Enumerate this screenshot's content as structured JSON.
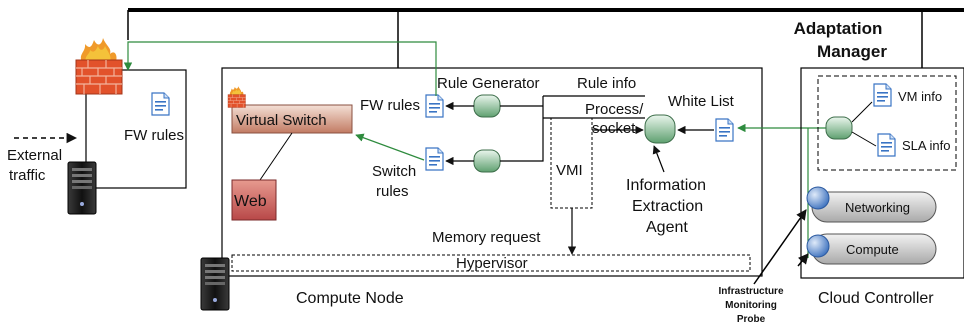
{
  "labels": {
    "adaptation_manager_line1": "Adaptation",
    "adaptation_manager_line2": "Manager",
    "fw_rules_left": "FW rules",
    "external_line1": "External",
    "external_line2": "traffic",
    "virtual_switch": "Virtual Switch",
    "web": "Web",
    "rule_generator": "Rule Generator",
    "rule_info": "Rule info",
    "fw_rules_inner": "FW rules",
    "switch_rules_line1": "Switch",
    "switch_rules_line2": "rules",
    "process_line1": "Process/",
    "process_line2": "socket",
    "white_list": "White List",
    "vmi": "VMI",
    "iea_line1": "Information",
    "iea_line2": "Extraction",
    "iea_line3": "Agent",
    "memory_request": "Memory request",
    "hypervisor": "Hypervisor",
    "compute_node": "Compute Node",
    "vm_info": "VM info",
    "sla_info": "SLA info",
    "networking": "Networking",
    "compute": "Compute",
    "probe_line1": "Infrastructure",
    "probe_line2": "Monitoring",
    "probe_line3": "Probe",
    "cloud_controller": "Cloud Controller"
  },
  "colors": {
    "accent_green": "#2e8b3e",
    "firewall_orange": "#e8562a",
    "doc_blue": "#4a8fd8",
    "node_green_top": "#e4f4e8",
    "node_green_bottom": "#6fae7f",
    "switch_fill": "#c98873",
    "web_fill": "#c25a5a",
    "ball_blue": "#5b8fd4"
  }
}
